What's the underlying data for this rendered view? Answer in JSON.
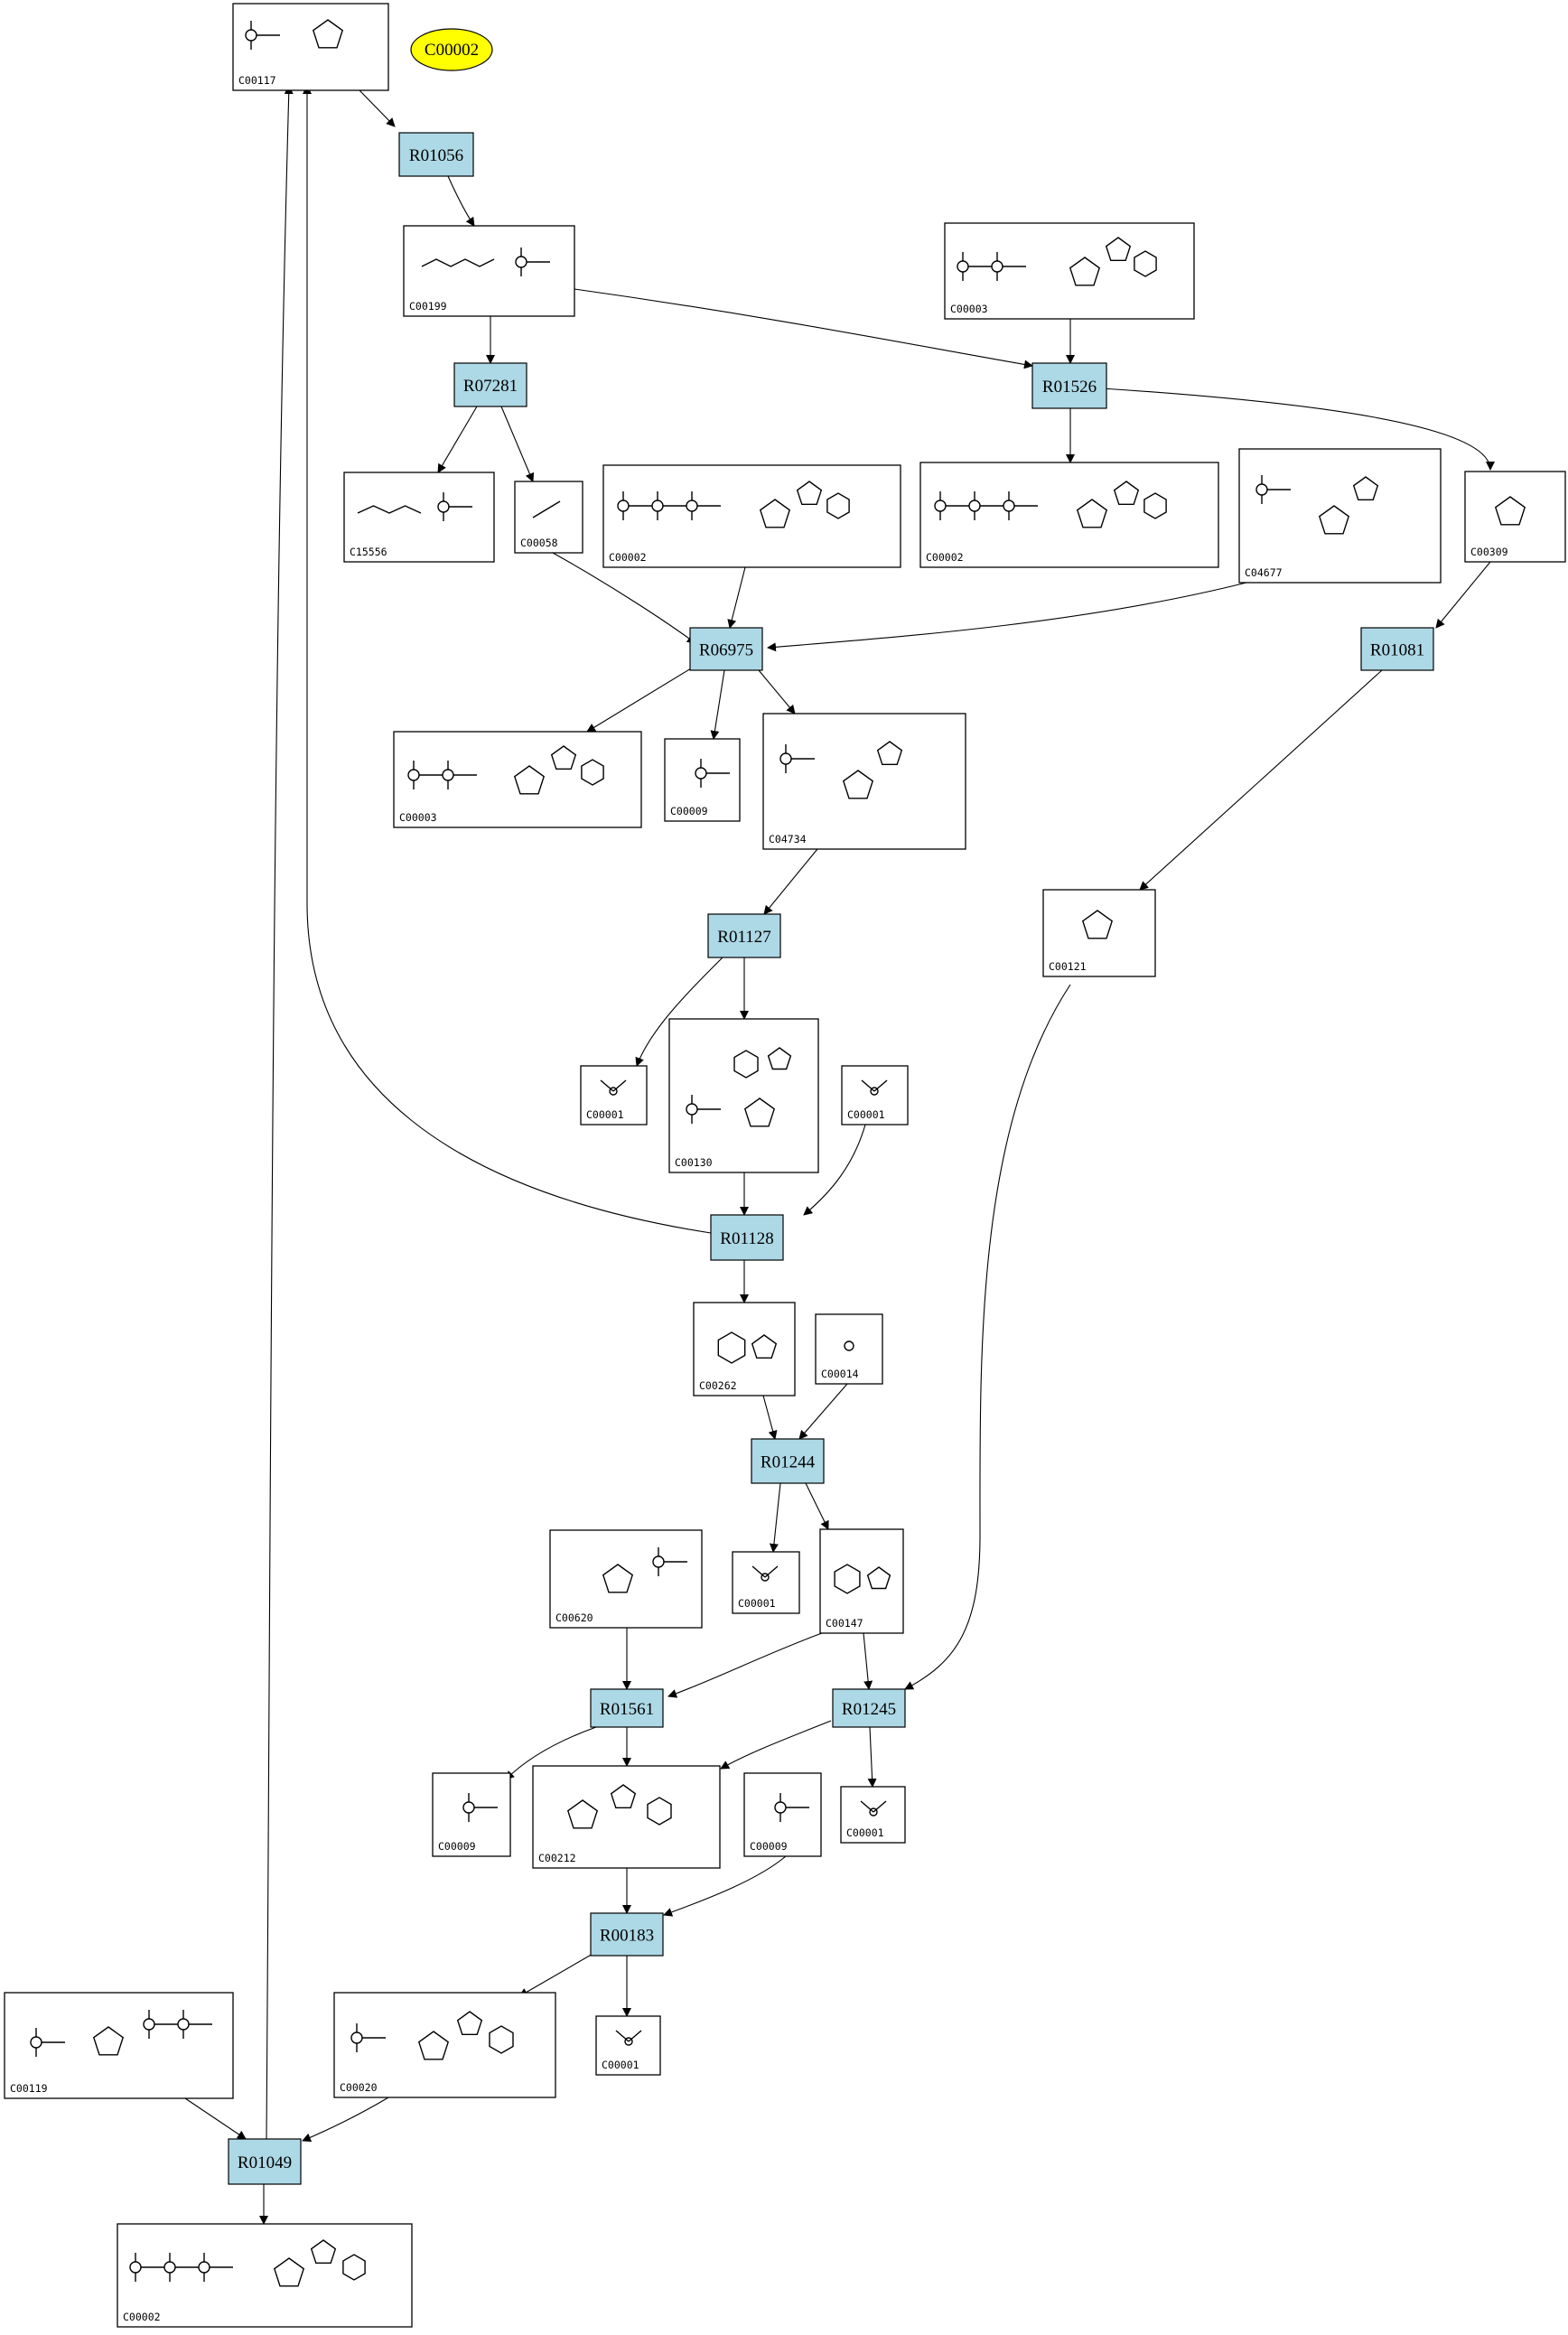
{
  "highlight": {
    "label": "C00002",
    "color": "#ffff00"
  },
  "colors": {
    "reaction_fill": "#add8e6",
    "border": "#000000"
  },
  "reactions": [
    "R01056",
    "R07281",
    "R01526",
    "R06975",
    "R01081",
    "R01127",
    "R01128",
    "R01244",
    "R01561",
    "R01245",
    "R00183",
    "R01049"
  ],
  "compounds": [
    "C00117",
    "C00199",
    "C00003",
    "C15556",
    "C00058",
    "C00002",
    "C00002",
    "C04677",
    "C00309",
    "C00003",
    "C00009",
    "C04734",
    "C00121",
    "C00001",
    "C00130",
    "C00001",
    "C00262",
    "C00014",
    "C00620",
    "C00001",
    "C00147",
    "C00009",
    "C00212",
    "C00009",
    "C00001",
    "C00119",
    "C00020",
    "C00001",
    "C00002"
  ]
}
